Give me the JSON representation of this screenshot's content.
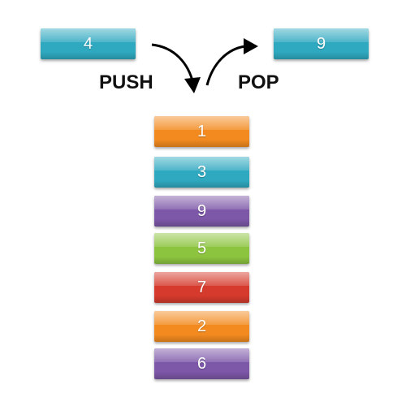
{
  "push": {
    "label": "PUSH",
    "value": "4",
    "color": "#2fa9c0"
  },
  "pop": {
    "label": "POP",
    "value": "9",
    "color": "#2fa9c0"
  },
  "stack": [
    {
      "value": "1",
      "color": "#f28a1f"
    },
    {
      "value": "3",
      "color": "#2fa9c0"
    },
    {
      "value": "9",
      "color": "#7d57a8"
    },
    {
      "value": "5",
      "color": "#8cc43f"
    },
    {
      "value": "7",
      "color": "#d53a2c"
    },
    {
      "value": "2",
      "color": "#f28a1f"
    },
    {
      "value": "6",
      "color": "#7d57a8"
    }
  ]
}
